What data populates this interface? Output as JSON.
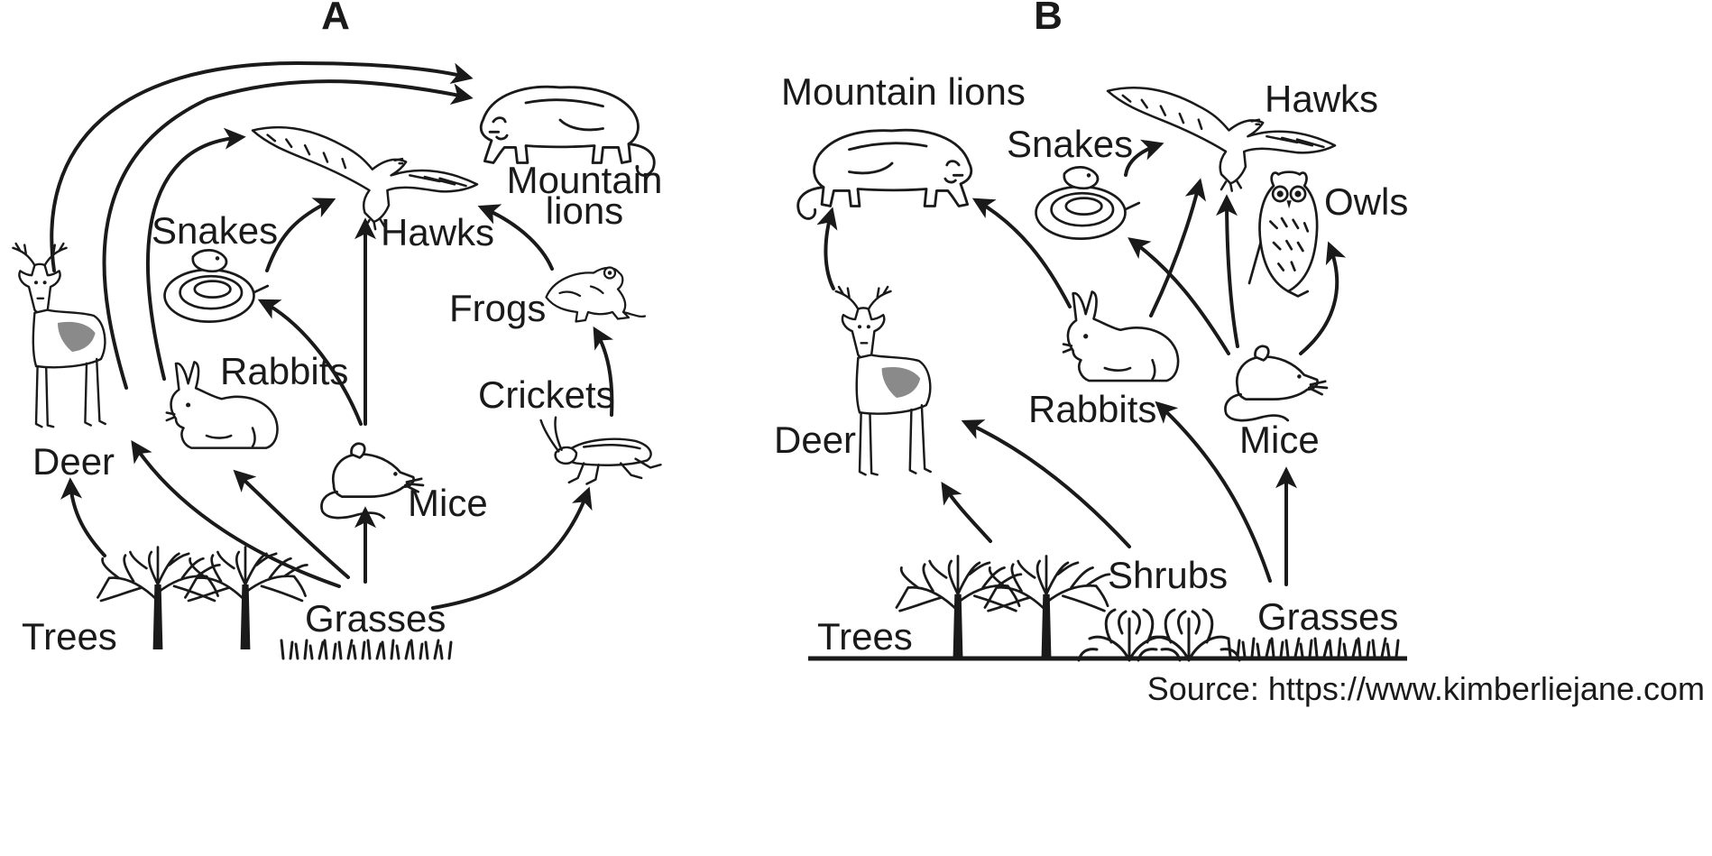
{
  "panels": {
    "a": {
      "title": "A",
      "labels": {
        "mountain_lions_1": "Mountain",
        "mountain_lions_2": "lions",
        "hawks": "Hawks",
        "snakes": "Snakes",
        "frogs": "Frogs",
        "rabbits": "Rabbits",
        "crickets": "Crickets",
        "deer": "Deer",
        "mice": "Mice",
        "trees": "Trees",
        "grasses": "Grasses"
      }
    },
    "b": {
      "title": "B",
      "labels": {
        "mountain_lions": "Mountain lions",
        "hawks": "Hawks",
        "snakes": "Snakes",
        "owls": "Owls",
        "rabbits": "Rabbits",
        "mice": "Mice",
        "deer": "Deer",
        "shrubs": "Shrubs",
        "grasses": "Grasses",
        "trees": "Trees"
      }
    }
  },
  "source": "Source: https://www.kimberliejane.com",
  "icons": [
    "mountain-lion-icon",
    "hawk-icon",
    "snake-icon",
    "frog-icon",
    "rabbit-icon",
    "cricket-icon",
    "deer-icon",
    "mouse-icon",
    "tree-icon",
    "grass-icon",
    "owl-icon",
    "shrub-icon"
  ],
  "colors": {
    "ink": "#1a1a1a",
    "shade": "#8a8a8a",
    "background": "#ffffff"
  }
}
